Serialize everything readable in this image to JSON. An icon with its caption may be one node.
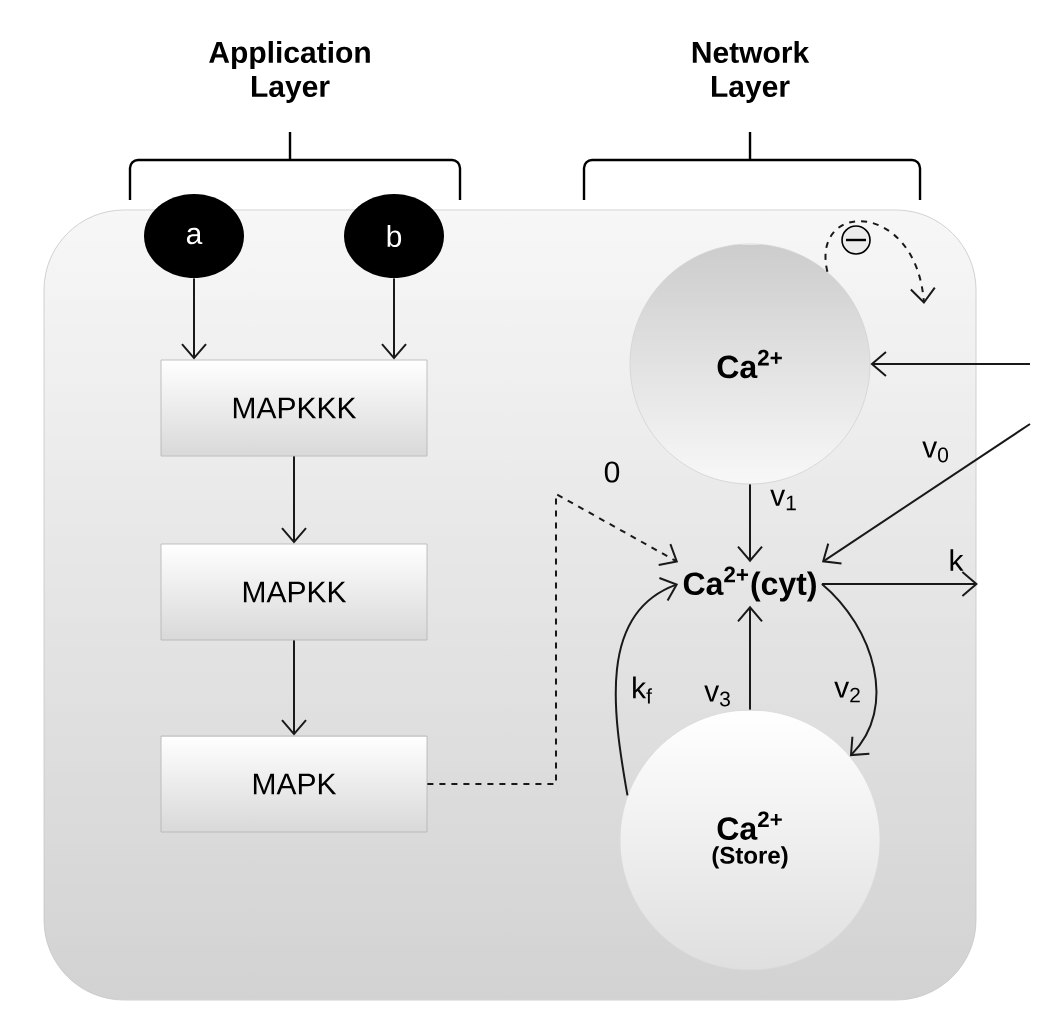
{
  "diagram": {
    "nodes": [
      {
        "text": [
          "a"
        ]
      },
      {
        "text": [
          "b"
        ]
      },
      {
        "text": [
          "MAPKKK"
        ]
      },
      {
        "text": [
          "MAPKK"
        ]
      },
      {
        "text": [
          "MAPK"
        ]
      },
      {
        "text": [
          "Ca$^{2+}$"
        ]
      },
      {
        "text": [
          "Ca$^{2+}$(cyt)"
        ]
      },
      {
        "text": [
          "Ca$^{2+}$",
          "(Store)"
        ]
      }
    ],
    "edges": [
      {
        "from": 0,
        "to": 2,
        "arrow": "to"
      },
      {
        "from": 1,
        "to": 2,
        "arrow": "to"
      },
      {
        "from": 2,
        "to": 3,
        "arrow": "to"
      },
      {
        "from": 3,
        "to": 4,
        "arrow": "to"
      },
      {
        "from": 4,
        "to": 6,
        "arrow": "to",
        "style": "dashed",
        "label": "0"
      },
      {
        "from": 5,
        "to": 6,
        "arrow": "to",
        "label": "v$_{1}$"
      },
      {
        "from": null,
        "to": 5,
        "arrow": "to"
      },
      {
        "from": null,
        "to": 6,
        "arrow": "to",
        "label": "v$_{0}$"
      },
      {
        "from": 6,
        "to": null,
        "arrow": "to",
        "label": "k"
      },
      {
        "from": 7,
        "to": 6,
        "arrow": "to",
        "label": "k$_{f}$"
      },
      {
        "from": 7,
        "to": 6,
        "arrow": "to",
        "label": "v$_{3}$"
      },
      {
        "from": 6,
        "to": 7,
        "arrow": "to",
        "label": "v$_{2}$"
      },
      {
        "from": 5,
        "to": null,
        "arrow": "to",
        "style": "dashed"
      }
    ],
    "labels": [
      "Application Layer",
      "Network Layer"
    ]
  }
}
